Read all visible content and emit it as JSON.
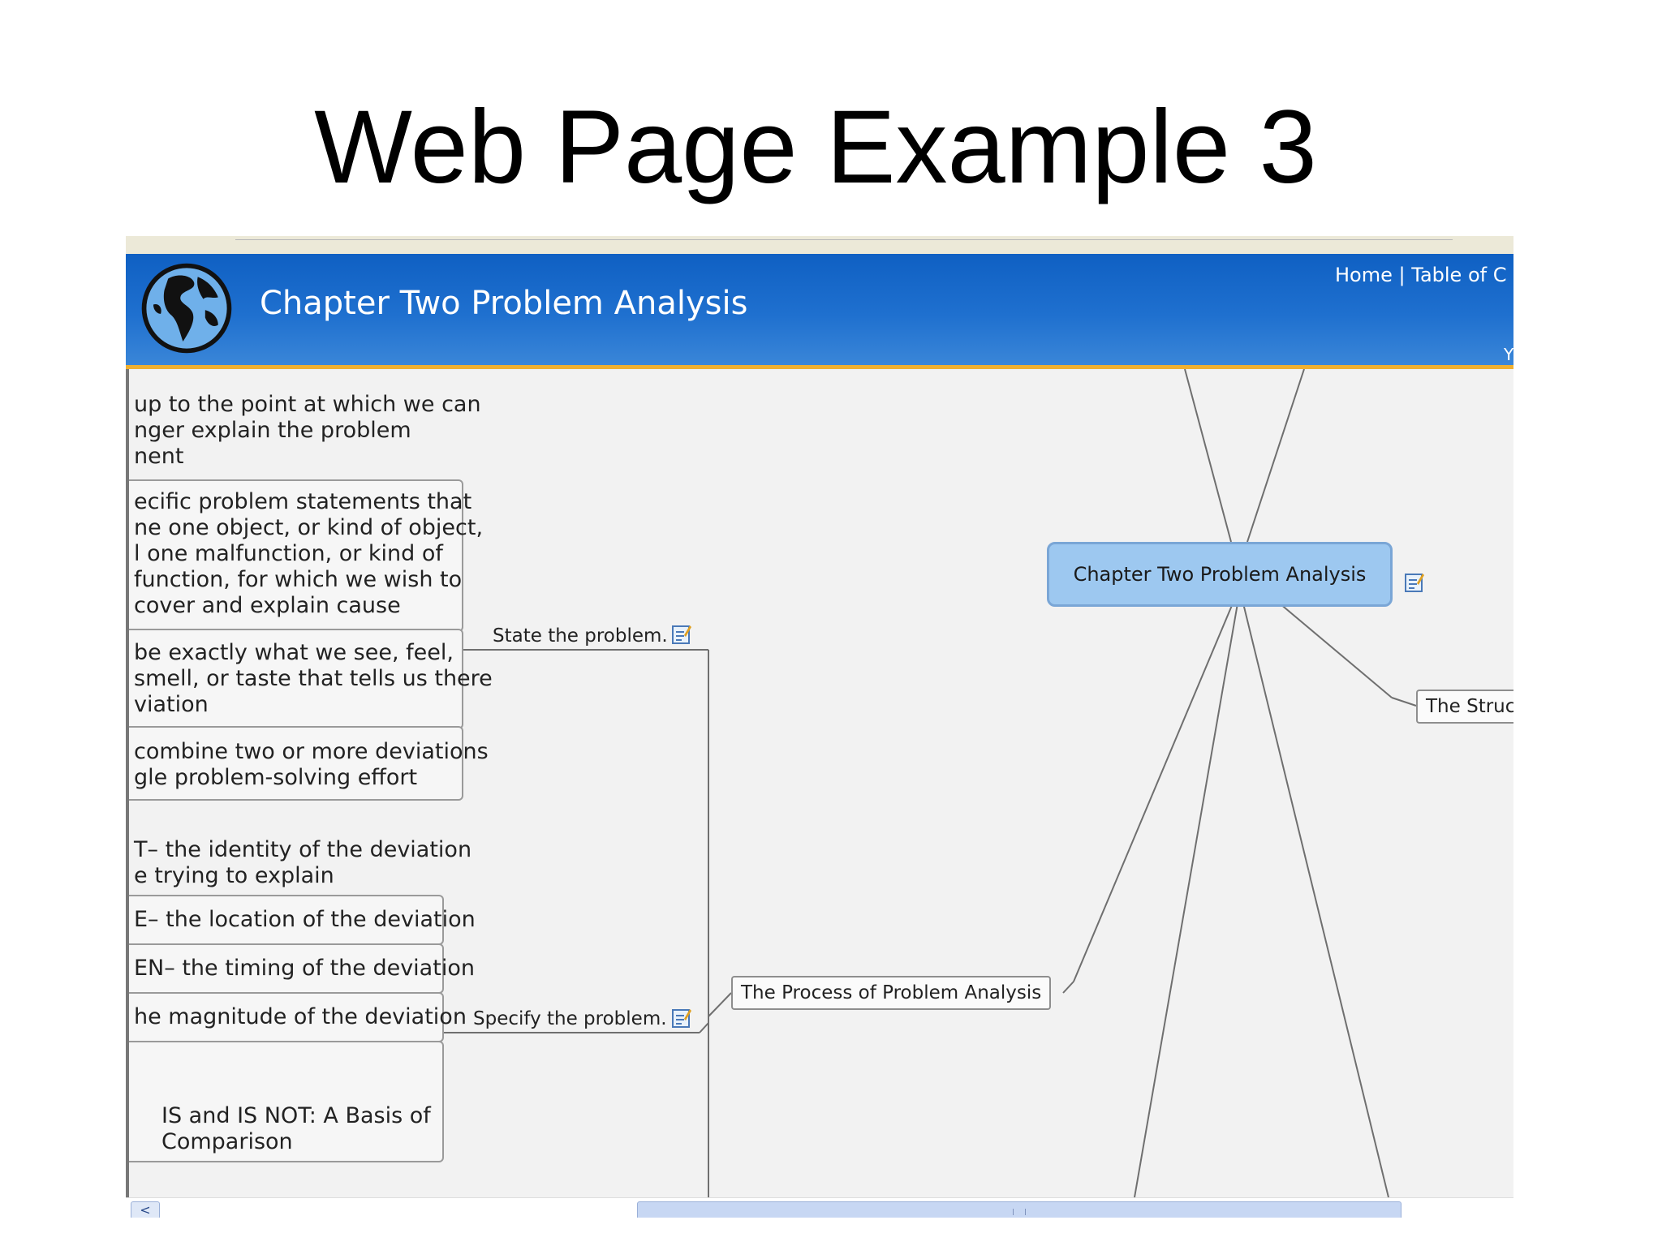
{
  "slide": {
    "title": "Web Page Example 3"
  },
  "header": {
    "title": "Chapter Two Problem Analysis",
    "nav": [
      "Home",
      "Table of C"
    ],
    "nav_separator": "|",
    "edge_glyph": "Y"
  },
  "mindmap": {
    "root": "Chapter Two Problem Analysis",
    "branches": {
      "process": "The Process of Problem Analysis",
      "structure": "The Struct"
    },
    "subbranches": {
      "state": "State the problem.",
      "specify": "Specify the problem."
    },
    "left_texts": {
      "t1": [
        "up to the point at which we can",
        "nger explain the problem",
        "nent"
      ],
      "t2": [
        "ecific problem statements that",
        "ne one object, or kind of object,",
        "l one malfunction, or kind of",
        "function, for which we wish to",
        "cover and explain cause"
      ],
      "t3": [
        "be exactly what we see, feel,",
        "smell, or taste that tells us there",
        "viation"
      ],
      "t4": [
        "combine two or more deviations",
        "gle problem-solving effort"
      ],
      "t5": [
        "T– the identity of the deviation",
        "e trying to explain"
      ],
      "t6": "E– the location of the deviation",
      "t7": "EN– the timing of the deviation",
      "t8": "he magnitude of the deviation",
      "t9": [
        "IS and IS NOT: A Basis of",
        "Comparison"
      ]
    }
  },
  "scrollbar": {
    "left_arrow": "<"
  },
  "colors": {
    "banner": "#1f70cf",
    "accent": "#f0b030",
    "root_fill": "#9dc8f0"
  }
}
